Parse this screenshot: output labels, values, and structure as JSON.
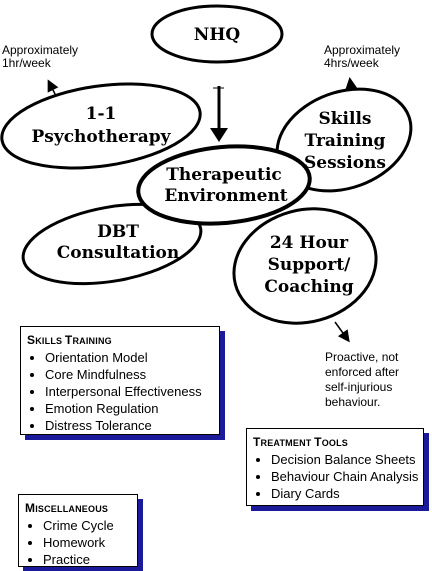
{
  "ellipses": {
    "nhq": "NHQ",
    "psychotherapy": [
      "1-1",
      "Psychotherapy"
    ],
    "skills_training_sessions": [
      "Skills",
      "Training",
      "Sessions"
    ],
    "therapeutic_environment": [
      "Therapeutic",
      "Environment"
    ],
    "dbt_consultation": [
      "DBT",
      "Consultation"
    ],
    "support_coaching": [
      "24 Hour",
      "Support/",
      "Coaching"
    ]
  },
  "notes": {
    "psychotherapy_time": [
      "Approximately",
      "1hr/week"
    ],
    "skills_time": [
      "Approximately",
      "4hrs/week"
    ],
    "support_note": [
      "Proactive, not",
      "enforced after",
      "self-injurious",
      "behaviour."
    ]
  },
  "boxes": {
    "skills_training": {
      "title_parts": [
        "S",
        "KILLS ",
        "T",
        "RAINING"
      ],
      "items": [
        "Orientation Model",
        "Core Mindfulness",
        "Interpersonal Effectiveness",
        "Emotion Regulation",
        "Distress Tolerance"
      ]
    },
    "treatment_tools": {
      "title_parts": [
        "T",
        "REATMENT ",
        "T",
        "OOLS"
      ],
      "items": [
        "Decision Balance Sheets",
        "Behaviour Chain Analysis",
        "Diary Cards"
      ]
    },
    "miscellaneous": {
      "title_parts": [
        "M",
        "ISCELLANEOUS"
      ],
      "items": [
        "Crime Cycle",
        "Homework",
        "Practice"
      ]
    }
  },
  "colors": {
    "line": "#000000",
    "box_shadow": "#1a1a9a"
  }
}
